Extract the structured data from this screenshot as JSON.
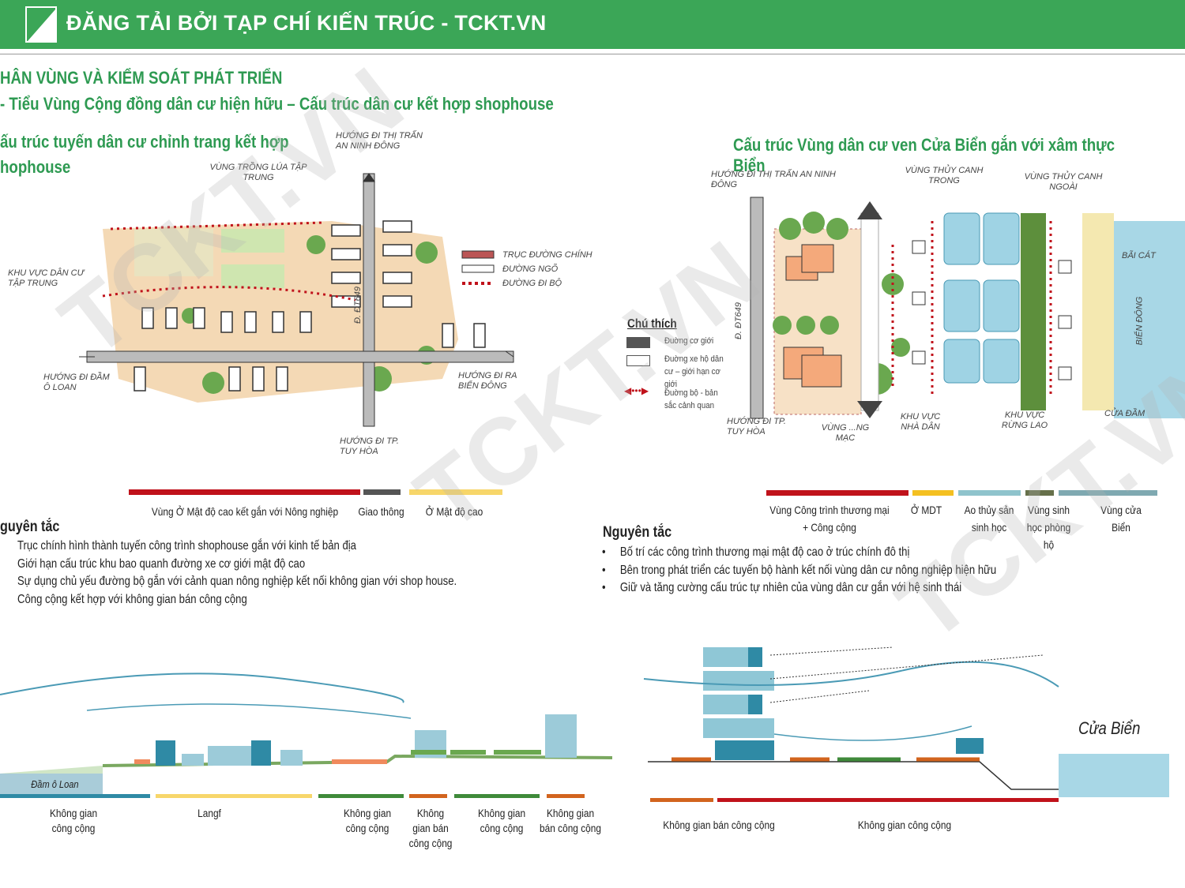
{
  "header": {
    "title": "ĐĂNG TẢI BỞI TẠP CHÍ KIẾN TRÚC - TCKT.VN"
  },
  "titles": {
    "line1": "HÂN VÙNG VÀ KIỂM SOÁT PHÁT TRIỂN",
    "line2": "- Tiểu Vùng Cộng đồng dân cư hiện hữu –  Cấu trúc dân cư kết hợp shophouse"
  },
  "left": {
    "title1": "ấu trúc tuyến dân cư chỉnh trang kết hợp",
    "title2": "hophouse",
    "sketch_labels": [
      "VÙNG TRỒNG LÚA TẬP TRUNG",
      "HƯỚNG ĐI THỊ TRẤN AN NINH ĐÔNG",
      "KHU VỰC DÂN CƯ TẬP TRUNG",
      "HƯỚNG ĐI ĐẦM Ô LOAN",
      "HƯỚNG ĐI RA BIỂN ĐÔNG",
      "HƯỚNG ĐI TP. TUY HÒA",
      "Đ. ĐT649"
    ],
    "legend": [
      "TRỤC ĐƯỜNG CHÍNH",
      "ĐƯỜNG NGÕ",
      "ĐƯỜNG ĐI BỘ"
    ],
    "zones": [
      {
        "label": "Vùng Ở Mật độ cao kết gắn với Nông nghiệp",
        "color": "#c0121b"
      },
      {
        "label": "Giao thông",
        "color": "#555555"
      },
      {
        "label": "Ở Mật độ cao",
        "color": "#f7d66a"
      }
    ],
    "principles_title": "guyên tắc",
    "principles": [
      "Trục chính hình thành tuyến công trình shophouse gắn với kinh tế bản địa",
      "Giới hạn cấu trúc khu bao quanh đường xe cơ giới mật độ cao",
      "Sự dụng chủ yếu đường bộ gắn với cảnh quan nông nghiệp kết nối không gian với shop house.",
      "Công cộng kết hợp với không gian bán công cộng"
    ],
    "section_label": "Đầm ô Loan",
    "sections": [
      {
        "label": "Không gian công cộng",
        "color": "#2f8aa5"
      },
      {
        "label": "Langf",
        "color": "#f7d66a"
      },
      {
        "label": "Không gian công cộng",
        "color": "#3f8a3a"
      },
      {
        "label": "Không gian bán công cộng",
        "color": "#d2641e"
      },
      {
        "label": "Không gian công cộng",
        "color": "#3f8a3a"
      },
      {
        "label": "Không gian bán công cộng",
        "color": "#d2641e"
      }
    ]
  },
  "right": {
    "title": "Cấu trúc Vùng dân cư ven Cửa Biển gắn với xâm thực Biển",
    "sketch_labels": [
      "HƯỚNG ĐI THỊ TRẤN AN NINH ĐÔNG",
      "VÙNG THỦY CANH TRONG",
      "VÙNG THỦY CANH NGOÀI",
      "BÃI CÁT",
      "BIỂN ĐÔNG",
      "CỬA ĐẦM",
      "KHU VỰC RỪNG LAO",
      "KHU VỰC NHÀ DÂN",
      "VÙNG ...NG MẠC",
      "HƯỚNG ĐI TP. TUY HÒA",
      "Đ. ĐT649"
    ],
    "legend_title": "Chú thích",
    "legend": [
      "Đuờng cơ giới",
      "Đuờng xe hộ dân cư – giới hạn cơ giới",
      "Đuờng bộ - bản sắc cảnh quan"
    ],
    "zones": [
      {
        "label": "Vùng Công trình thương mại + Công cộng",
        "color": "#c0121b"
      },
      {
        "label": "Ở MDT",
        "color": "#f4c021"
      },
      {
        "label": "Ao thủy sản sinh học",
        "color": "#8fc3cc"
      },
      {
        "label": "Vùng sinh học phòng hộ",
        "color": "#66704a"
      },
      {
        "label": "Vùng cửa Biển",
        "color": "#7fa9b1"
      }
    ],
    "principles_title": "Nguyên tắc",
    "principles": [
      "Bố trí các công trình thương mại mật độ cao ở trúc chính đô thị",
      "Bên trong phát triển các tuyến bộ hành kết nối vùng dân cư nông nghiệp hiện hữu",
      "Giữ và tăng cường cấu trúc tự nhiên của vùng dân cư gắn với hệ sinh thái"
    ],
    "section_label": "Cửa Biển",
    "sections": [
      {
        "label": "Không gian bán công cộng",
        "color": "#d2641e"
      },
      {
        "label": "Không gian công cộng",
        "color": "#c0121b"
      }
    ]
  },
  "watermark": "TCKT.VN"
}
